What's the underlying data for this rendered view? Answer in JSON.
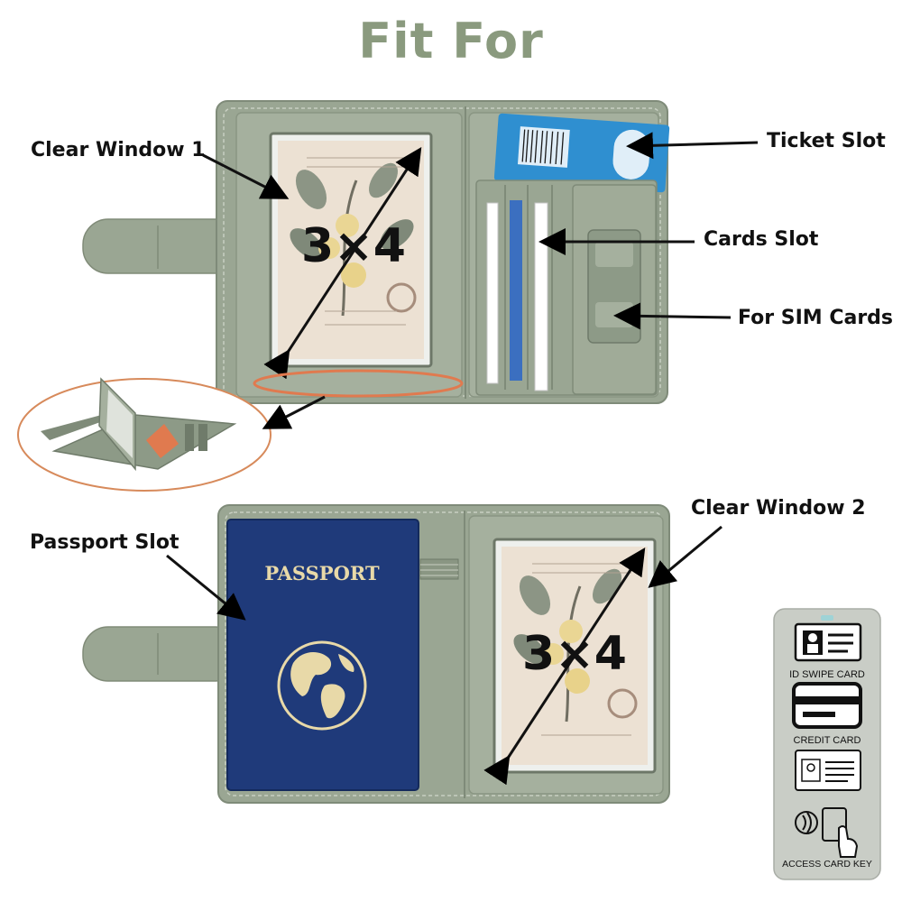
{
  "title": "Fit For",
  "labels": {
    "clear_window_1": "Clear Window 1",
    "ticket_slot": "Ticket Slot",
    "cards_slot": "Cards Slot",
    "sim_cards": "For SIM Cards",
    "clear_window_2": "Clear Window 2",
    "passport_slot": "Passport Slot"
  },
  "size_text": {
    "top": "3×4",
    "bottom": "3×4"
  },
  "passport_text": "PASSPORT",
  "rfid_card": {
    "id_swipe": "ID SWIPE CARD",
    "credit": "CREDIT CARD",
    "access": "ACCESS CARD KEY"
  },
  "colors": {
    "leather": "#9aa693",
    "leather_dark": "#7f8b79",
    "title": "#8a9a7e",
    "passport": "#1f3a7a",
    "highlight": "#e07a4f",
    "ticket": "#2f8fd0"
  }
}
